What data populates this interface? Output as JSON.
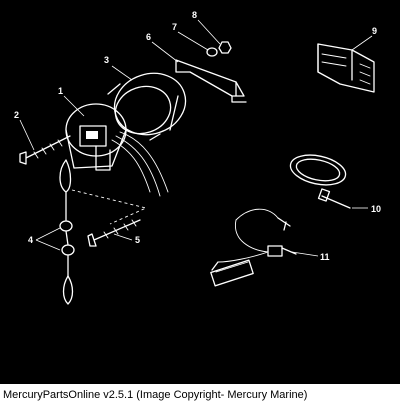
{
  "caption": "MercuryPartsOnline v2.5.1 (Image Copyright- Mercury Marine)",
  "callouts": [
    "1",
    "2",
    "3",
    "4",
    "5",
    "6",
    "7",
    "8",
    "9",
    "10",
    "11"
  ],
  "colors": {
    "background": "#000000",
    "line": "#ffffff",
    "caption_bg": "#ffffff",
    "caption_text": "#000000"
  }
}
